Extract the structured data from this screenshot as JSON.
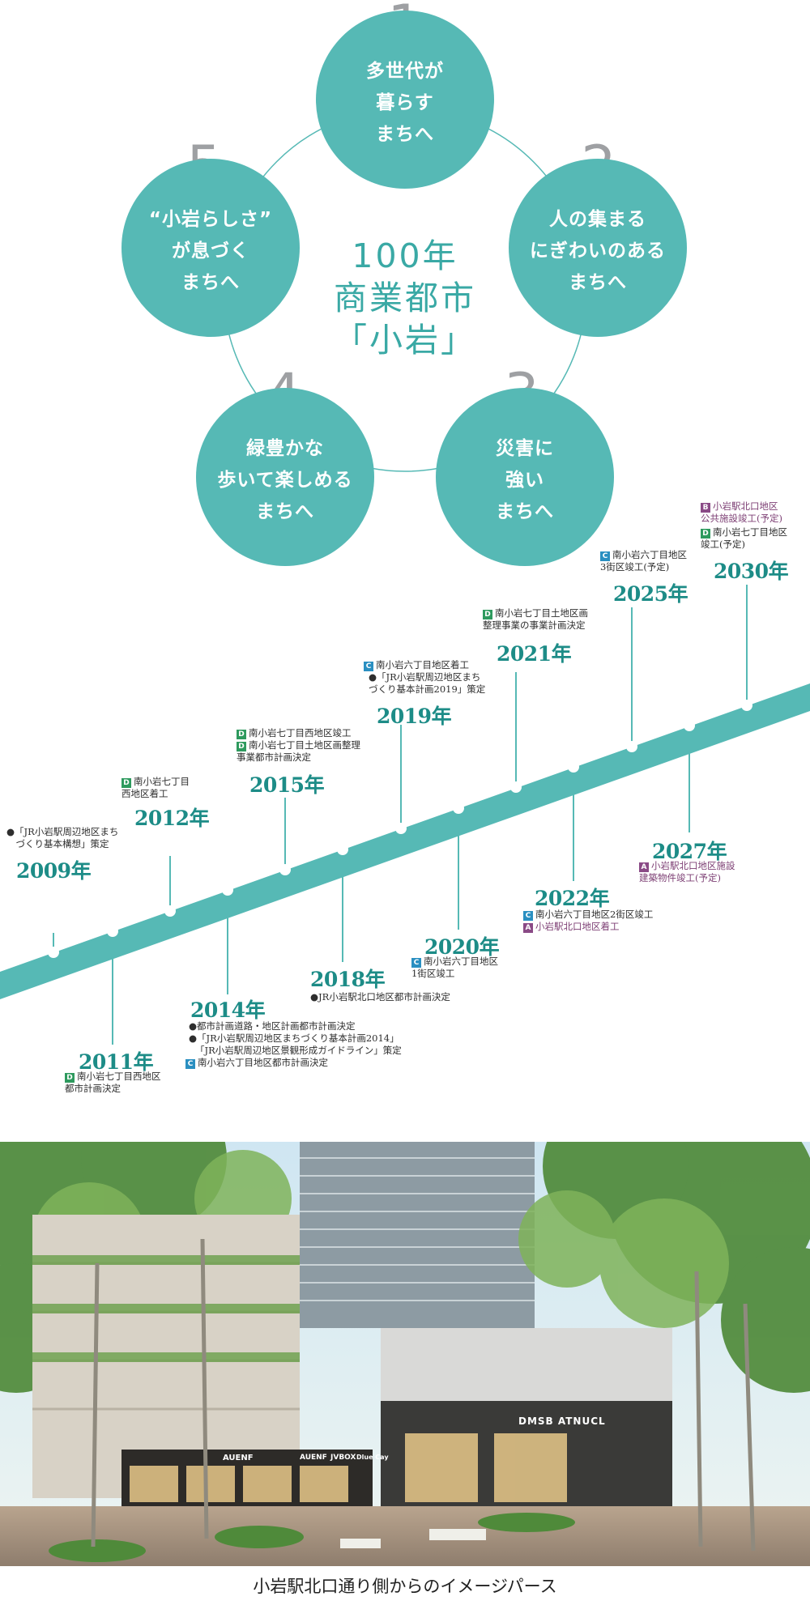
{
  "concept": {
    "center": "100年\n商業都市\n「小岩」",
    "petals": [
      {
        "num": "1",
        "text": "多世代が\n暮らす\nまちへ"
      },
      {
        "num": "2",
        "text": "人の集まる\nにぎわいのある\nまちへ"
      },
      {
        "num": "3",
        "text": "災害に\n強い\nまちへ"
      },
      {
        "num": "4",
        "text": "緑豊かな\n歩いて楽しめる\nまちへ"
      },
      {
        "num": "5",
        "text": "“小岩らしさ”\nが息づく\nまちへ"
      }
    ],
    "colors": {
      "petal": "#56b9b5",
      "number": "#9ea0a3",
      "center": "#3aa9a5"
    }
  },
  "timeline": {
    "colors": {
      "band": "#56b9b5",
      "year": "#1d8c87",
      "D": "#2e9a5e",
      "C": "#2a8fc1",
      "B": "#8a4a86",
      "A": "#8a4a86"
    },
    "entries": [
      {
        "year": "2009年",
        "events": [
          {
            "tag": "●",
            "text": "「JR小岩駅周辺地区まち\n　づくり基本構想」策定"
          }
        ]
      },
      {
        "year": "2011年",
        "events": [
          {
            "tag": "D",
            "text": "南小岩七丁目西地区\n都市計画決定"
          }
        ]
      },
      {
        "year": "2012年",
        "events": [
          {
            "tag": "D",
            "text": "南小岩七丁目\n西地区着工"
          }
        ]
      },
      {
        "year": "2014年",
        "events": [
          {
            "tag": "●",
            "text": "都市計画道路・地区計画都市計画決定"
          },
          {
            "tag": "●",
            "text": "「JR小岩駅周辺地区まちづくり基本計画2014」"
          },
          {
            "tag": "",
            "text": "「JR小岩駅周辺地区景観形成ガイドライン」策定"
          },
          {
            "tag": "C",
            "text": "南小岩六丁目地区都市計画決定"
          }
        ]
      },
      {
        "year": "2015年",
        "events": [
          {
            "tag": "D",
            "text": "南小岩七丁目西地区竣工"
          },
          {
            "tag": "D",
            "text": "南小岩七丁目土地区画整理\n事業都市計画決定"
          }
        ]
      },
      {
        "year": "2018年",
        "events": [
          {
            "tag": "●",
            "text": "JR小岩駅北口地区都市計画決定"
          }
        ]
      },
      {
        "year": "2019年",
        "events": [
          {
            "tag": "C",
            "text": "南小岩六丁目地区着工"
          },
          {
            "tag": "●",
            "text": "「JR小岩駅周辺地区まち\nづくり基本計画2019」策定"
          }
        ]
      },
      {
        "year": "2020年",
        "events": [
          {
            "tag": "C",
            "text": "南小岩六丁目地区\n1街区竣工"
          }
        ]
      },
      {
        "year": "2021年",
        "events": [
          {
            "tag": "D",
            "text": "南小岩七丁目土地区画\n整理事業の事業計画決定"
          }
        ]
      },
      {
        "year": "2022年",
        "events": [
          {
            "tag": "C",
            "text": "南小岩六丁目地区2街区竣工"
          },
          {
            "tag": "A",
            "text": "小岩駅北口地区着工"
          }
        ]
      },
      {
        "year": "2025年",
        "events": [
          {
            "tag": "C",
            "text": "南小岩六丁目地区\n3街区竣工(予定)"
          }
        ]
      },
      {
        "year": "2027年",
        "events": [
          {
            "tag": "A",
            "text": "小岩駅北口地区施設\n建築物件竣工(予定)"
          }
        ]
      },
      {
        "year": "2030年",
        "events": [
          {
            "tag": "B",
            "text": "小岩駅北口地区\n公共施設竣工(予定)"
          },
          {
            "tag": "D",
            "text": "南小岩七丁目地区\n竣工(予定)"
          }
        ]
      }
    ]
  },
  "scene": {
    "signs": [
      "AUENF",
      "AUENF",
      "JVBOX",
      "Dlue Cay",
      "DMSB ATNUCL"
    ]
  },
  "caption": "小岩駅北口通り側からのイメージパース"
}
